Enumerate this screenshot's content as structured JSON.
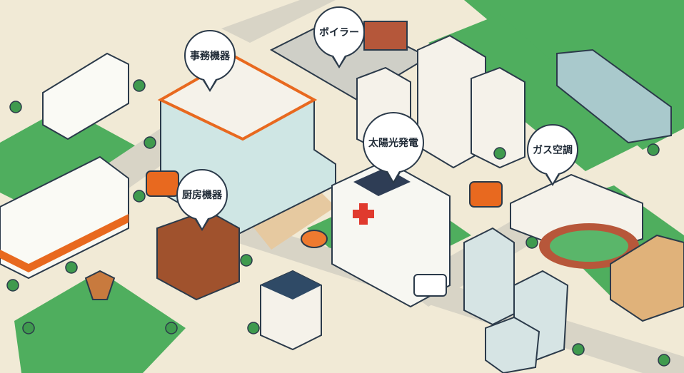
{
  "labels": {
    "boiler": "ボイラー",
    "office_equipment": "事務機器",
    "solar_power": "太陽光発電",
    "gas_air_conditioning": "ガス空調",
    "kitchen_equipment": "厨房機器"
  },
  "colors": {
    "ground": "#f1ead6",
    "grass": "#4fae5e",
    "road": "#d8d4c6",
    "accent_orange": "#e8691f",
    "outline": "#2b3a4a"
  }
}
